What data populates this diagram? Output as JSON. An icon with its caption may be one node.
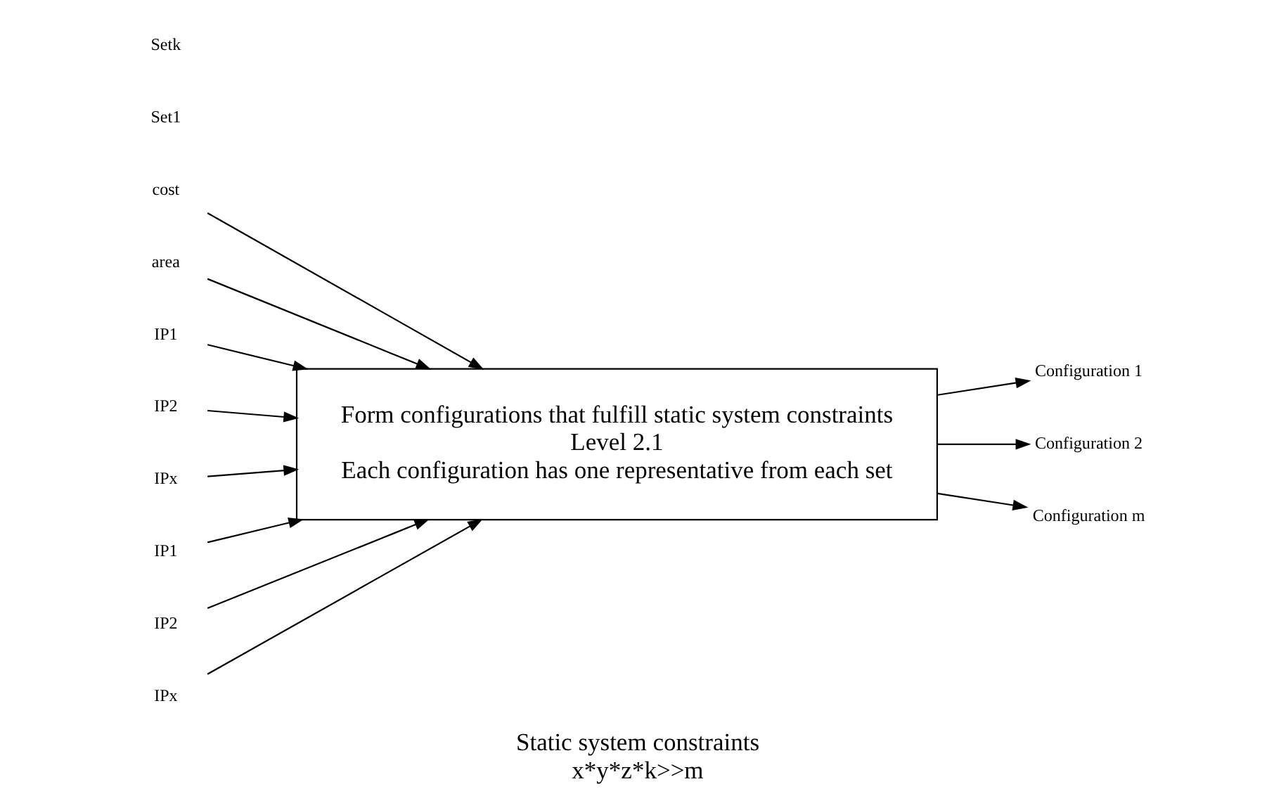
{
  "diagram": {
    "title": "Static system constraints",
    "caption": "x*y*z*k>>m",
    "nodes": [
      {
        "text": [
          "Form configurations that fulfill static system constraints",
          "Level 2.1",
          "Each configuration has one representative from each set"
        ]
      },
      {
        "text": [
          "cost"
        ]
      },
      {
        "text": [
          "area"
        ]
      },
      {
        "text": [
          "IP1"
        ]
      },
      {
        "text": [
          "IP2"
        ]
      },
      {
        "text": [
          "IPx"
        ]
      },
      {
        "text": [
          "IP1"
        ]
      },
      {
        "text": [
          "IP2"
        ]
      },
      {
        "text": [
          "IPx"
        ]
      },
      {
        "text": [
          "Configuration 1"
        ]
      },
      {
        "text": [
          "Configuration 2"
        ]
      },
      {
        "text": [
          "Configuration m"
        ]
      }
    ],
    "edges": [
      {
        "from": 1,
        "to": 0,
        "arrow": "to"
      },
      {
        "from": 2,
        "to": 0,
        "arrow": "to"
      },
      {
        "from": 3,
        "to": 0,
        "arrow": "to"
      },
      {
        "from": 4,
        "to": 0,
        "arrow": "to"
      },
      {
        "from": 5,
        "to": 0,
        "arrow": "to"
      },
      {
        "from": 6,
        "to": 0,
        "arrow": "to"
      },
      {
        "from": 7,
        "to": 0,
        "arrow": "to"
      },
      {
        "from": 8,
        "to": 0,
        "arrow": "to"
      },
      {
        "from": 0,
        "to": 9,
        "arrow": "to"
      },
      {
        "from": 0,
        "to": 10,
        "arrow": "to"
      },
      {
        "from": 0,
        "to": 11,
        "arrow": "to"
      }
    ],
    "labels": [
      "Set1",
      "Setk"
    ]
  }
}
